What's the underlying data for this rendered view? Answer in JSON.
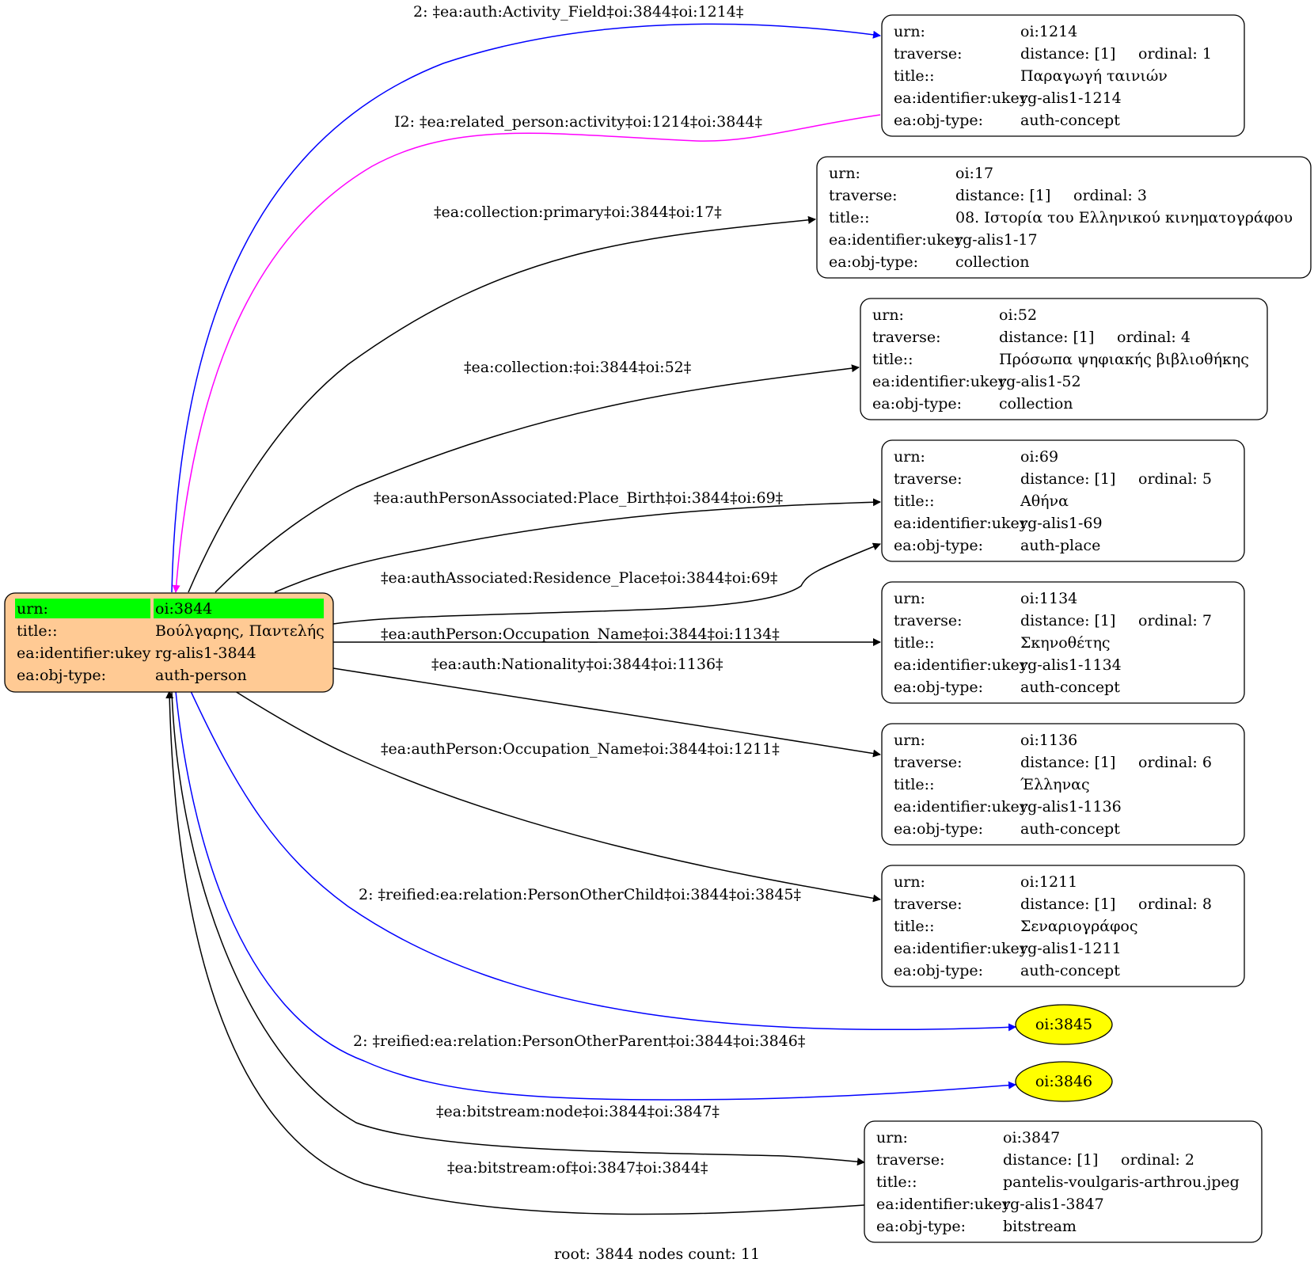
{
  "colors": {
    "root_fill": "#ffca94",
    "root_highlight": "#00ff00",
    "leaf_fill": "#ffff00",
    "edge_default": "#000000",
    "edge_blue": "#0000ff",
    "edge_magenta": "#ff00ff"
  },
  "root": {
    "rows": [
      {
        "key": "urn:",
        "value": "oi:3844"
      },
      {
        "key": "title::",
        "value": "Βούλγαρης, Παντελής"
      },
      {
        "key": "ea:identifier:ukey",
        "value": "rg-alis1-3844"
      },
      {
        "key": "ea:obj-type:",
        "value": "auth-person"
      }
    ]
  },
  "nodes": [
    {
      "urn": "oi:1214",
      "distance": "distance: [1]",
      "ordinal": "ordinal: 1",
      "title": "Παραγωγή ταινιών",
      "ukey": "rg-alis1-1214",
      "type": "auth-concept"
    },
    {
      "urn": "oi:17",
      "distance": "distance: [1]",
      "ordinal": "ordinal: 3",
      "title": "08. Ιστορία του Ελληνικού κινηματογράφου",
      "ukey": "rg-alis1-17",
      "type": "collection"
    },
    {
      "urn": "oi:52",
      "distance": "distance: [1]",
      "ordinal": "ordinal: 4",
      "title": "Πρόσωπα ψηφιακής βιβλιοθήκης",
      "ukey": "rg-alis1-52",
      "type": "collection"
    },
    {
      "urn": "oi:69",
      "distance": "distance: [1]",
      "ordinal": "ordinal: 5",
      "title": "Αθήνα",
      "ukey": "rg-alis1-69",
      "type": "auth-place"
    },
    {
      "urn": "oi:1134",
      "distance": "distance: [1]",
      "ordinal": "ordinal: 7",
      "title": "Σκηνοθέτης",
      "ukey": "rg-alis1-1134",
      "type": "auth-concept"
    },
    {
      "urn": "oi:1136",
      "distance": "distance: [1]",
      "ordinal": "ordinal: 6",
      "title": "Έλληνας",
      "ukey": "rg-alis1-1136",
      "type": "auth-concept"
    },
    {
      "urn": "oi:1211",
      "distance": "distance: [1]",
      "ordinal": "ordinal: 8",
      "title": "Σεναριογράφος",
      "ukey": "rg-alis1-1211",
      "type": "auth-concept"
    },
    {
      "urn": "oi:3847",
      "distance": "distance: [1]",
      "ordinal": "ordinal: 2",
      "title": "pantelis-voulgaris-arthrou.jpeg",
      "ukey": "rg-alis1-3847",
      "type": "bitstream"
    }
  ],
  "row_keys": {
    "urn": "urn:",
    "traverse": "traverse:",
    "title": "title::",
    "ukey": "ea:identifier:ukey",
    "type": "ea:obj-type:"
  },
  "leaves": [
    "oi:3845",
    "oi:3846"
  ],
  "edges": [
    {
      "label": "2: ‡ea:auth:Activity_Field‡oi:3844‡oi:1214‡",
      "color": "blue"
    },
    {
      "label": "I2: ‡ea:related_person:activity‡oi:1214‡oi:3844‡",
      "color": "magenta"
    },
    {
      "label": "‡ea:collection:primary‡oi:3844‡oi:17‡",
      "color": "black"
    },
    {
      "label": "‡ea:collection:‡oi:3844‡oi:52‡",
      "color": "black"
    },
    {
      "label": "‡ea:authPersonAssociated:Place_Birth‡oi:3844‡oi:69‡",
      "color": "black"
    },
    {
      "label": "‡ea:authAssociated:Residence_Place‡oi:3844‡oi:69‡",
      "color": "black"
    },
    {
      "label": "‡ea:authPerson:Occupation_Name‡oi:3844‡oi:1134‡",
      "color": "black"
    },
    {
      "label": "‡ea:auth:Nationality‡oi:3844‡oi:1136‡",
      "color": "black"
    },
    {
      "label": "‡ea:authPerson:Occupation_Name‡oi:3844‡oi:1211‡",
      "color": "black"
    },
    {
      "label": "2: ‡reified:ea:relation:PersonOtherChild‡oi:3844‡oi:3845‡",
      "color": "blue"
    },
    {
      "label": "2: ‡reified:ea:relation:PersonOtherParent‡oi:3844‡oi:3846‡",
      "color": "blue"
    },
    {
      "label": "‡ea:bitstream:node‡oi:3844‡oi:3847‡",
      "color": "black"
    },
    {
      "label": "‡ea:bitstream:of‡oi:3847‡oi:3844‡",
      "color": "black"
    }
  ],
  "footer": "root: 3844 nodes count: 11"
}
